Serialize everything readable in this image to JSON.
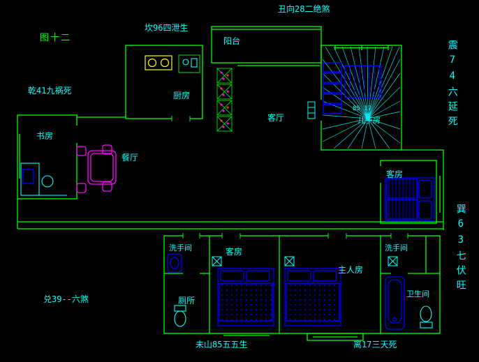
{
  "drawing": {
    "figure_label": "图十二",
    "compass": {
      "top": "丑向28二绝煞",
      "north": "坎96四泄生",
      "northwest": "乾41九祸死",
      "east": "震74六延死",
      "southeast": "巽63七伏旺",
      "west": "兑39--六煞",
      "south_left": "未山85五五生",
      "south_right": "离17三天死"
    },
    "rooms": {
      "balcony": "阳台",
      "kitchen": "厨房",
      "living_room": "客厅",
      "son_room": "儿子房",
      "stair_note": "85 17",
      "study": "书房",
      "dining_room": "餐厅",
      "guest_room_east": "客房",
      "washroom_west": "洗手间",
      "toilet_room": "厕所",
      "guest_room_south": "客房",
      "master_bedroom": "主人房",
      "washroom_east": "洗手间",
      "bathroom": "卫生间"
    },
    "colors": {
      "background": "#000000",
      "walls": "#00ff00",
      "labels": "#00ffff",
      "furniture_blue": "#0000ff",
      "dining_magenta": "#ff00ff",
      "stove_yellow": "#ffff00"
    }
  }
}
